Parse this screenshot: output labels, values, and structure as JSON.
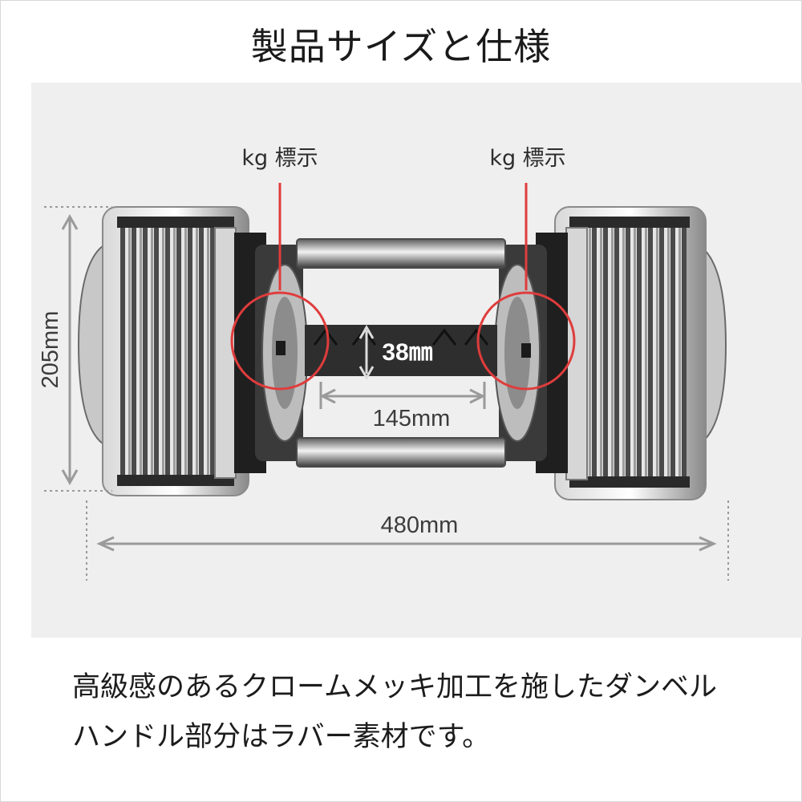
{
  "title": "製品サイズと仕様",
  "labels": {
    "kg_left": "kg 標示",
    "kg_right": "kg 標示",
    "height_dim": "205mm",
    "grip_diameter": "38㎜",
    "grip_length": "145mm",
    "total_length": "480mm"
  },
  "caption": {
    "line1": "高級感のあるクロームメッキ加工を施したダンベル",
    "line2": "ハンドル部分はラバー素材です。"
  },
  "colors": {
    "panel_background": "#efefef",
    "callout_red": "#e03c3c",
    "dimension_gray": "#9a9a9a",
    "chrome_dark": "#2b2b2b"
  }
}
